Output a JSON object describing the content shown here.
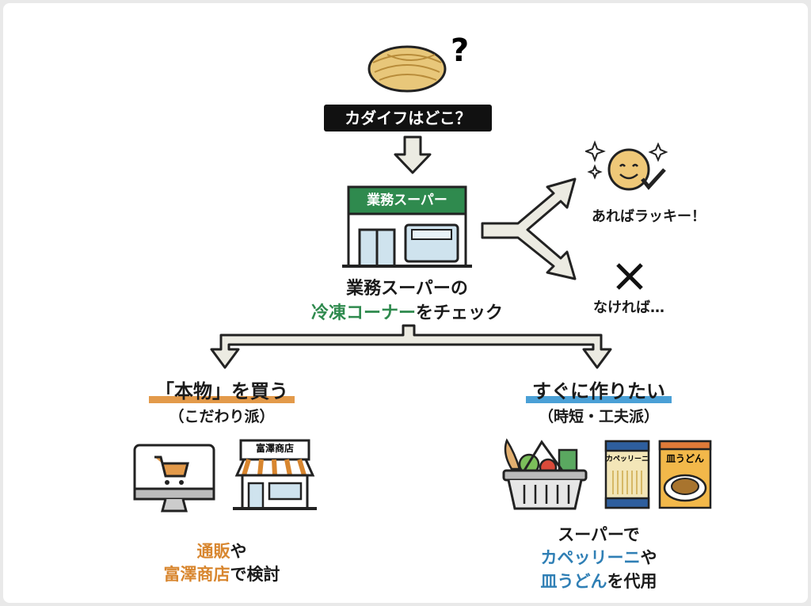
{
  "question": {
    "label": "カダイフはどこ？",
    "mark": "?"
  },
  "store": {
    "sign": "業務スーパー",
    "caption_line1": "業務スーパーの",
    "caption_line2_highlight": "冷凍コーナー",
    "caption_line2_rest": "をチェック"
  },
  "outcomes": {
    "found": "あればラッキー！",
    "not_found": "なければ…"
  },
  "left_branch": {
    "title": "「本物」を買う",
    "subtitle": "（こだわり派）",
    "shop_sign": "富澤商店",
    "line1_highlight": "通販",
    "line1_rest": "や",
    "line2_highlight": "富澤商店",
    "line2_rest": "で検討"
  },
  "right_branch": {
    "title": "すぐに作りたい",
    "subtitle": "（時短・工夫派）",
    "package1": "カペッリーニ",
    "package2": "皿うどん",
    "line1": "スーパーで",
    "line2_highlight": "カペッリーニ",
    "line2_rest": "や",
    "line3_highlight": "皿うどん",
    "line3_rest": "を代用"
  },
  "colors": {
    "green": "#2f8a4e",
    "orange": "#d8862f",
    "blue": "#2f7fb5",
    "arrow_fill": "#ecebe2"
  }
}
